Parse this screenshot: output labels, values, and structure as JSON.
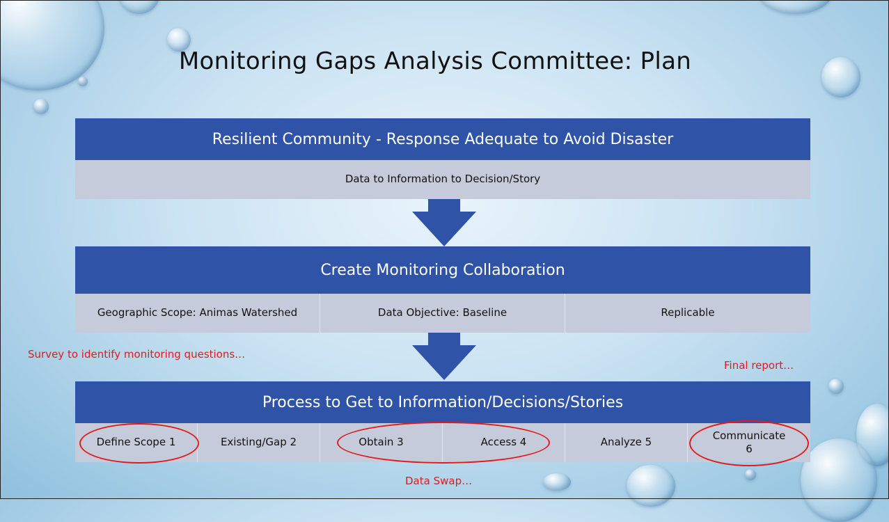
{
  "title": "Monitoring Gaps Analysis Committee: Plan",
  "level1": {
    "heading": "Resilient Community - Response Adequate to Avoid Disaster",
    "sub": "Data to Information to Decision/Story"
  },
  "level2": {
    "heading": "Create Monitoring  Collaboration",
    "cells": [
      "Geographic Scope: Animas Watershed",
      "Data Objective: Baseline",
      "Replicable"
    ]
  },
  "level3": {
    "heading": "Process to Get to Information/Decisions/Stories",
    "steps": [
      "Define Scope 1",
      "Existing/Gap 2",
      "Obtain 3",
      "Access 4",
      "Analyze 5",
      "Communicate 6"
    ]
  },
  "notes": {
    "survey": "Survey to identify monitoring questions…",
    "final": "Final report…",
    "swap": "Data Swap…"
  },
  "colors": {
    "band": "#2e53a7",
    "subrow": "#c5cbda",
    "annotation": "#e01b1b"
  }
}
